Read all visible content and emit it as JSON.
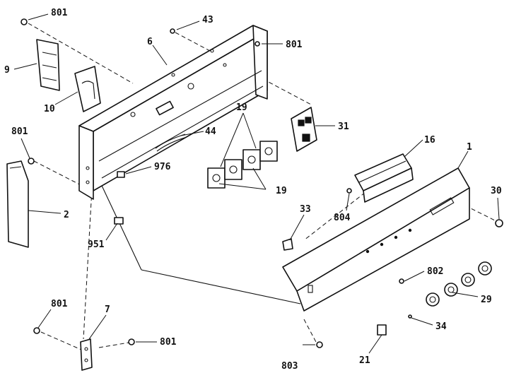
{
  "diagram": {
    "callouts": {
      "c801_top": "801",
      "c43": "43",
      "c801_right": "801",
      "c9": "9",
      "c6": "6",
      "c10": "10",
      "c19_top": "19",
      "c31": "31",
      "c801_left": "801",
      "c44": "44",
      "c976": "976",
      "c16": "16",
      "c1": "1",
      "c19_bottom": "19",
      "c2": "2",
      "c30": "30",
      "c804": "804",
      "c33": "33",
      "c951": "951",
      "c802": "802",
      "c29": "29",
      "c801_bl": "801",
      "c7": "7",
      "c34": "34",
      "c801_br": "801",
      "c21": "21",
      "c803": "803"
    }
  }
}
